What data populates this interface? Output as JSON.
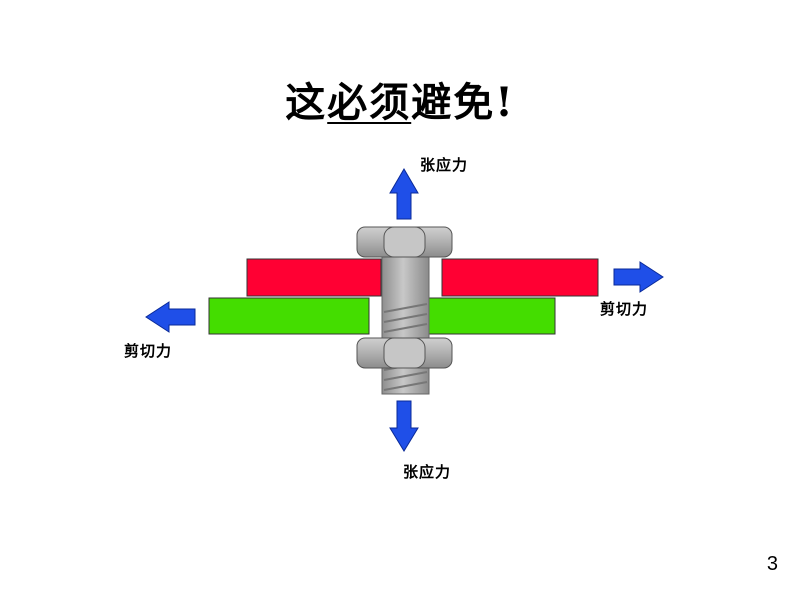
{
  "title": {
    "part1": "这",
    "underlined": "必须",
    "part2": "避免",
    "exclaim": "!"
  },
  "labels": {
    "tension_top": "张应力",
    "tension_bottom": "张应力",
    "shear_right": "剪切力",
    "shear_left": "剪切力"
  },
  "page_number": "3",
  "colors": {
    "top_plate": "#ff0033",
    "bottom_plate": "#44dd00",
    "arrow": "#1f4fe8",
    "bolt": "#a8a8a8",
    "nut": "#b4b4b4"
  }
}
